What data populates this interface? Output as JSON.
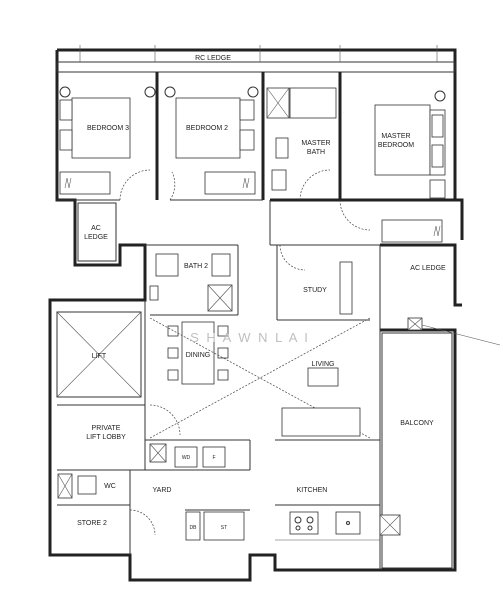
{
  "rooms": {
    "rc_ledge": "RC LEDGE",
    "bedroom3": "BEDROOM 3",
    "bedroom2": "BEDROOM 2",
    "master_bath_1": "MASTER",
    "master_bath_2": "BATH",
    "master_bedroom_1": "MASTER",
    "master_bedroom_2": "BEDROOM",
    "ac_ledge_left_1": "AC",
    "ac_ledge_left_2": "LEDGE",
    "bath2": "BATH 2",
    "study": "STUDY",
    "ac_ledge_right": "AC LEDGE",
    "lift": "LIFT",
    "dining": "DINING",
    "living": "LIVING",
    "private_lift_lobby_1": "PRIVATE",
    "private_lift_lobby_2": "LIFT LOBBY",
    "balcony": "BALCONY",
    "wc": "WC",
    "yard": "YARD",
    "kitchen": "KITCHEN",
    "store2": "STORE 2",
    "wd": "WD",
    "f": "F",
    "db": "DB",
    "st": "ST"
  },
  "watermark": "S H A W N   L A I"
}
